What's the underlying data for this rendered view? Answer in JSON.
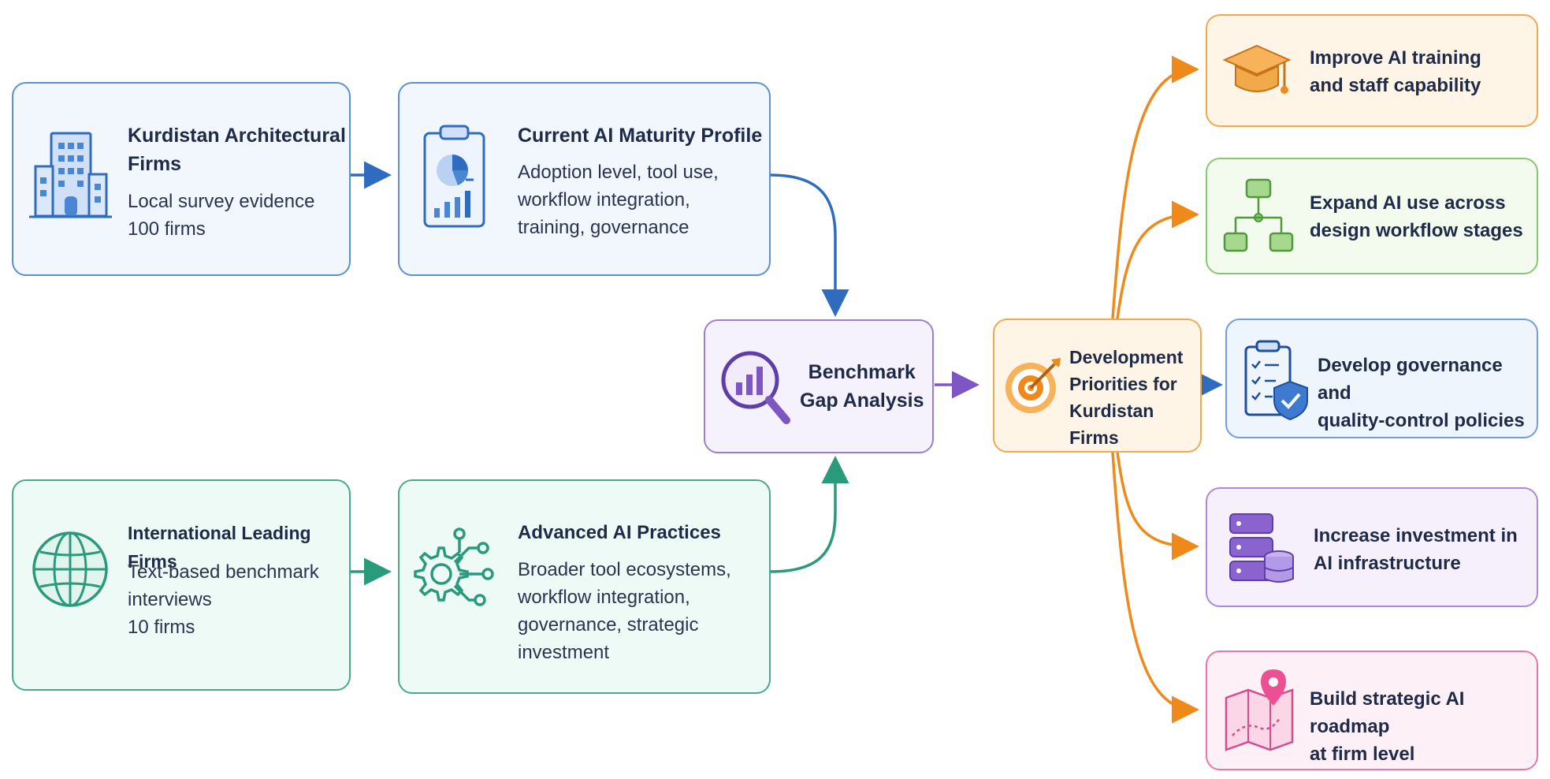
{
  "sources": {
    "kurdistan": {
      "title": "Kurdistan Architectural\nFirms",
      "desc": "Local survey evidence\n100 firms"
    },
    "international": {
      "title": "International Leading Firms",
      "desc": "Text-based benchmark\ninterviews\n10 firms"
    }
  },
  "profiles": {
    "current": {
      "title": "Current AI Maturity Profile",
      "desc": "Adoption level, tool use,\nworkflow integration,\ntraining, governance"
    },
    "advanced": {
      "title": "Advanced AI Practices",
      "desc": "Broader tool ecosystems,\nworkflow integration,\ngovernance, strategic\ninvestment"
    }
  },
  "benchmark": {
    "title": "Benchmark\nGap Analysis"
  },
  "priorities": {
    "title": "Development\nPriorities for\nKurdistan Firms"
  },
  "outcomes": [
    {
      "text": "Improve AI training\nand staff capability",
      "icon": "graduation-cap-icon",
      "color": "#f2a94a"
    },
    {
      "text": "Expand AI use across\ndesign workflow stages",
      "icon": "workflow-tree-icon",
      "color": "#86c86e"
    },
    {
      "text": "Develop governance and\nquality-control policies",
      "icon": "clipboard-shield-icon",
      "color": "#6c9fdb"
    },
    {
      "text": "Increase investment in\nAI infrastructure",
      "icon": "server-stack-icon",
      "color": "#a98ad8"
    },
    {
      "text": "Build strategic AI roadmap\nat firm level",
      "icon": "map-pin-icon",
      "color": "#ec74aa"
    }
  ],
  "colors": {
    "blue_arrow": "#2f6cc0",
    "teal_arrow": "#2a9a7c",
    "purple_arrow": "#7d56c4",
    "orange_arrow": "#ef8a1a"
  }
}
